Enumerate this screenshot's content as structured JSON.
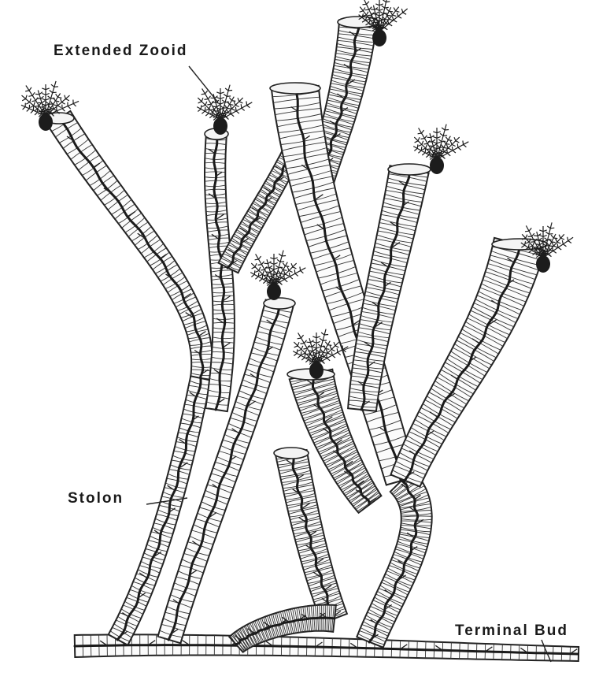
{
  "labels": {
    "extended_zooid": "Extended Zooid",
    "stolon": "Stolon",
    "terminal_bud": "Terminal Bud"
  },
  "colors": {
    "ink": "#1a1a1a",
    "background": "#ffffff"
  }
}
